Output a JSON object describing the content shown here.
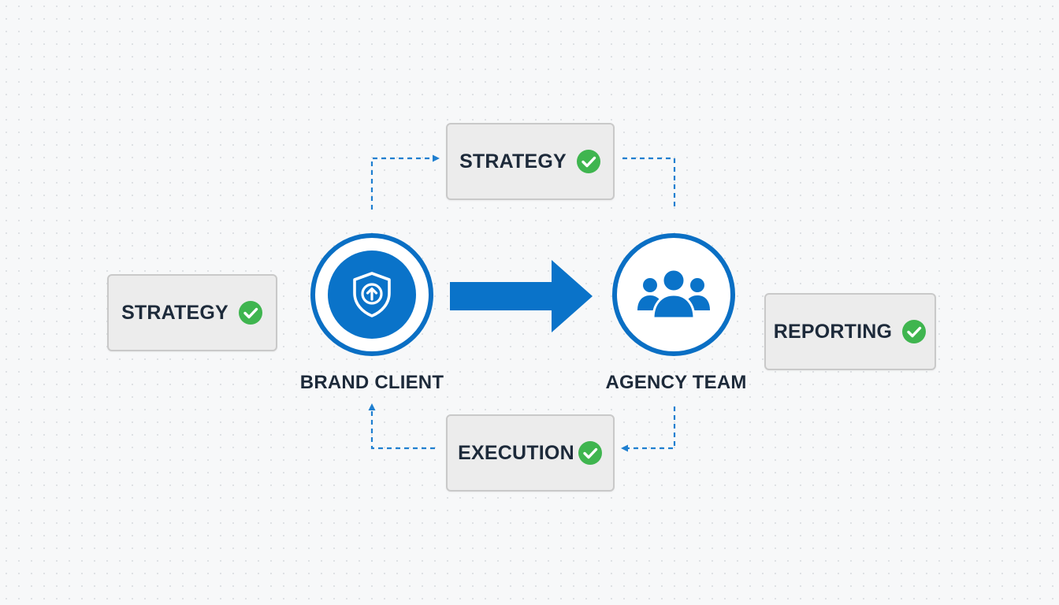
{
  "diagram": {
    "nodes": {
      "brand_client": {
        "label": "BRAND CLIENT",
        "icon": "shield-upload-icon"
      },
      "agency_team": {
        "label": "AGENCY TEAM",
        "icon": "team-icon"
      }
    },
    "boxes": {
      "strategy_left": {
        "label": "STRATEGY",
        "icon": "check-circle-icon"
      },
      "strategy_top": {
        "label": "STRATEGY",
        "icon": "check-circle-icon"
      },
      "execution_bottom": {
        "label": "EXECUTION",
        "icon": "check-circle-icon"
      },
      "reporting_right": {
        "label": "REPORTING",
        "icon": "check-circle-icon"
      }
    },
    "colors": {
      "primary_blue": "#0a73c9",
      "check_green": "#3fb54f",
      "text_dark": "#1d2a3a",
      "box_fill": "#ececec",
      "box_border": "#c9c9c9"
    }
  }
}
